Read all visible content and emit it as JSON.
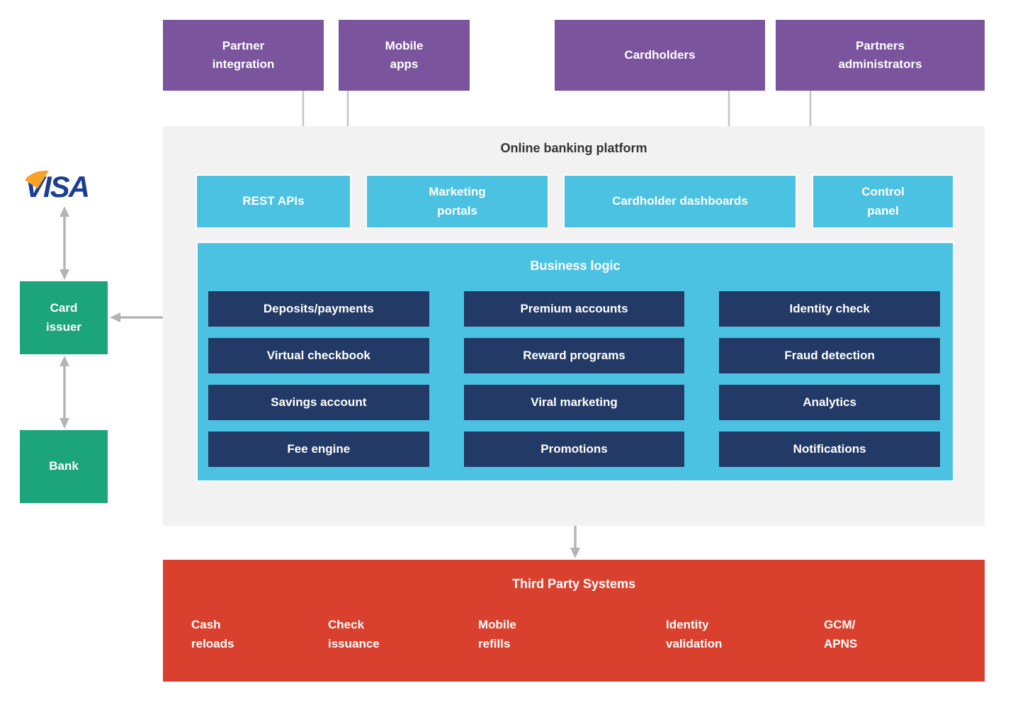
{
  "colors": {
    "actor_purple": "#7a559d",
    "service_blue": "#4cc2e3",
    "module_navy": "#233a66",
    "rail_green": "#1ca47b",
    "thirdparty_red": "#d9412e",
    "platform_gray": "#f2f2f2",
    "connector_gray": "#b5b5b5",
    "title_dark": "#343434",
    "visa_blue": "#1c3f94",
    "visa_orange": "#f7a228"
  },
  "external_actors": [
    {
      "line1": "Partner",
      "line2": "integration"
    },
    {
      "line1": "Mobile",
      "line2": "apps"
    },
    {
      "line1": "Cardholders"
    },
    {
      "line1": "Partners",
      "line2": "administrators"
    }
  ],
  "left_rail": {
    "visa_logo": "VISA",
    "card_issuer": {
      "line1": "Card",
      "line2": "issuer"
    },
    "bank": {
      "line1": "Bank"
    }
  },
  "platform": {
    "title": "Online banking platform",
    "services": [
      {
        "line1": "REST APIs"
      },
      {
        "line1": "Marketing",
        "line2": "portals"
      },
      {
        "line1": "Cardholder dashboards"
      },
      {
        "line1": "Control",
        "line2": "panel"
      }
    ],
    "business_logic": {
      "title": "Business logic",
      "modules": [
        "Deposits/payments",
        "Premium accounts",
        "Identity check",
        "Virtual checkbook",
        "Reward programs",
        "Fraud detection",
        "Savings account",
        "Viral marketing",
        "Analytics",
        "Fee engine",
        "Promotions",
        "Notifications"
      ]
    }
  },
  "third_party": {
    "title": "Third Party Systems",
    "items": [
      {
        "line1": "Cash",
        "line2": "reloads"
      },
      {
        "line1": "Check",
        "line2": "issuance"
      },
      {
        "line1": "Mobile",
        "line2": "refills"
      },
      {
        "line1": "Identity",
        "line2": "validation"
      },
      {
        "line1": "GCM/",
        "line2": "APNS"
      }
    ]
  }
}
